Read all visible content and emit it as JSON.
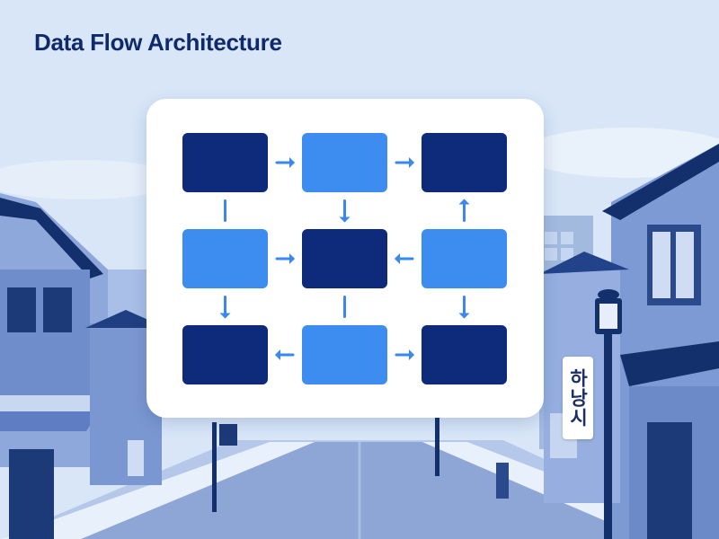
{
  "title": "Data Flow Architecture",
  "sign_text": "하낭시",
  "colors": {
    "node_dark": "#0d2b7a",
    "node_light": "#3d8cf0",
    "arrow": "#3a87ee",
    "card": "#ffffff",
    "title": "#0f2a6b",
    "sky": "#d6e4f7",
    "building_mid": "#8ea8dc",
    "building_dark": "#14306c"
  },
  "diagram": {
    "nodes": [
      {
        "id": "r1c1",
        "tone": "dark"
      },
      {
        "id": "r1c2",
        "tone": "light"
      },
      {
        "id": "r1c3",
        "tone": "dark"
      },
      {
        "id": "r2c1",
        "tone": "light"
      },
      {
        "id": "r2c2",
        "tone": "dark"
      },
      {
        "id": "r2c3",
        "tone": "light"
      },
      {
        "id": "r3c1",
        "tone": "dark"
      },
      {
        "id": "r3c2",
        "tone": "light"
      },
      {
        "id": "r3c3",
        "tone": "dark"
      }
    ],
    "edges": [
      {
        "from": "r1c1",
        "to": "r1c2",
        "arrow": true
      },
      {
        "from": "r1c2",
        "to": "r1c3",
        "arrow": true
      },
      {
        "from": "r1c2",
        "to": "r2c2",
        "arrow": true
      },
      {
        "from": "r2c3",
        "to": "r1c3",
        "arrow": true
      },
      {
        "from": "r1c1",
        "to": "r2c1",
        "arrow": false
      },
      {
        "from": "r2c1",
        "to": "r2c2",
        "arrow": true
      },
      {
        "from": "r2c3",
        "to": "r2c2",
        "arrow": true
      },
      {
        "from": "r2c1",
        "to": "r3c1",
        "arrow": true
      },
      {
        "from": "r2c2",
        "to": "r3c2",
        "arrow": false
      },
      {
        "from": "r2c3",
        "to": "r3c3",
        "arrow": true
      },
      {
        "from": "r3c2",
        "to": "r3c1",
        "arrow": true
      },
      {
        "from": "r3c2",
        "to": "r3c3",
        "arrow": true
      }
    ]
  }
}
